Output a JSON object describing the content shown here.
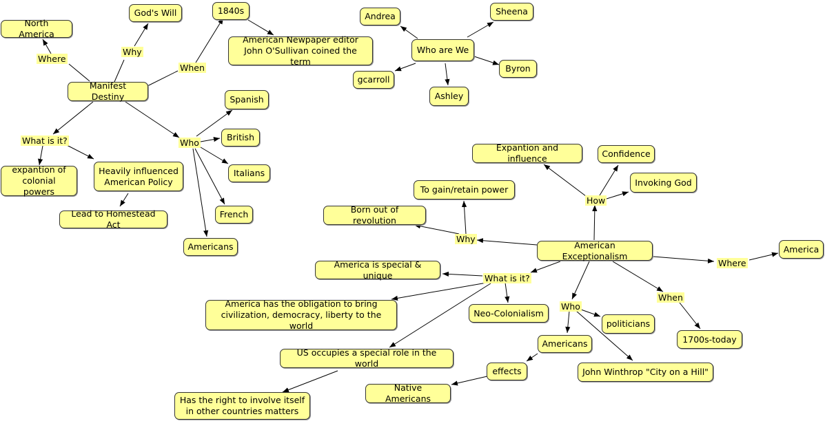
{
  "nodes": {
    "manifest_destiny": "Manifest Destiny",
    "north_america": "North America",
    "gods_will": "God's Will",
    "year_1840s": "1840s",
    "newspaper_editor": "American Newpaper editor\nJohn O'Sullivan coined the term",
    "spanish": "Spanish",
    "british": "British",
    "italians": "Italians",
    "french": "French",
    "americans_md": "Americans",
    "expantion_colonial": "expantion of\ncolonial powers",
    "heavily_influenced": "Heavily influenced\nAmerican Policy",
    "homestead_act": "Lead to Homestead Act",
    "who_are_we": "Who are We",
    "andrea": "Andrea",
    "sheena": "Sheena",
    "byron": "Byron",
    "gcarroll": "gcarroll",
    "ashley": "Ashley",
    "american_exceptionalism": "American Exceptionalism",
    "expantion_influence": "Expantion and influence",
    "confidence": "Confidence",
    "invoking_god": "Invoking God",
    "gain_power": "To gain/retain power",
    "born_revolution": "Born out of revolution",
    "america": "America",
    "special_unique": "America is special & unique",
    "obligation": "America has the obligation to bring\ncivilization, democracy, liberty to the world",
    "neo_colonialism": "Neo-Colonialism",
    "politicians": "politicians",
    "years_1700s": "1700s-today",
    "americans_ae": "Americans",
    "winthrop": "John Winthrop \"City on a Hill\"",
    "special_role": "US occupies a special role in the world",
    "effects": "effects",
    "native_americans": "Native Americans",
    "right_to_involve": "Has the right to involve itself\nin other countries matters"
  },
  "links": {
    "md_where": "Where",
    "md_why": "Why",
    "md_when": "When",
    "md_what": "What is it?",
    "md_who": "Who",
    "ae_how": "How",
    "ae_why": "Why",
    "ae_where": "Where",
    "ae_what": "What is it?",
    "ae_who": "Who",
    "ae_when": "When"
  }
}
